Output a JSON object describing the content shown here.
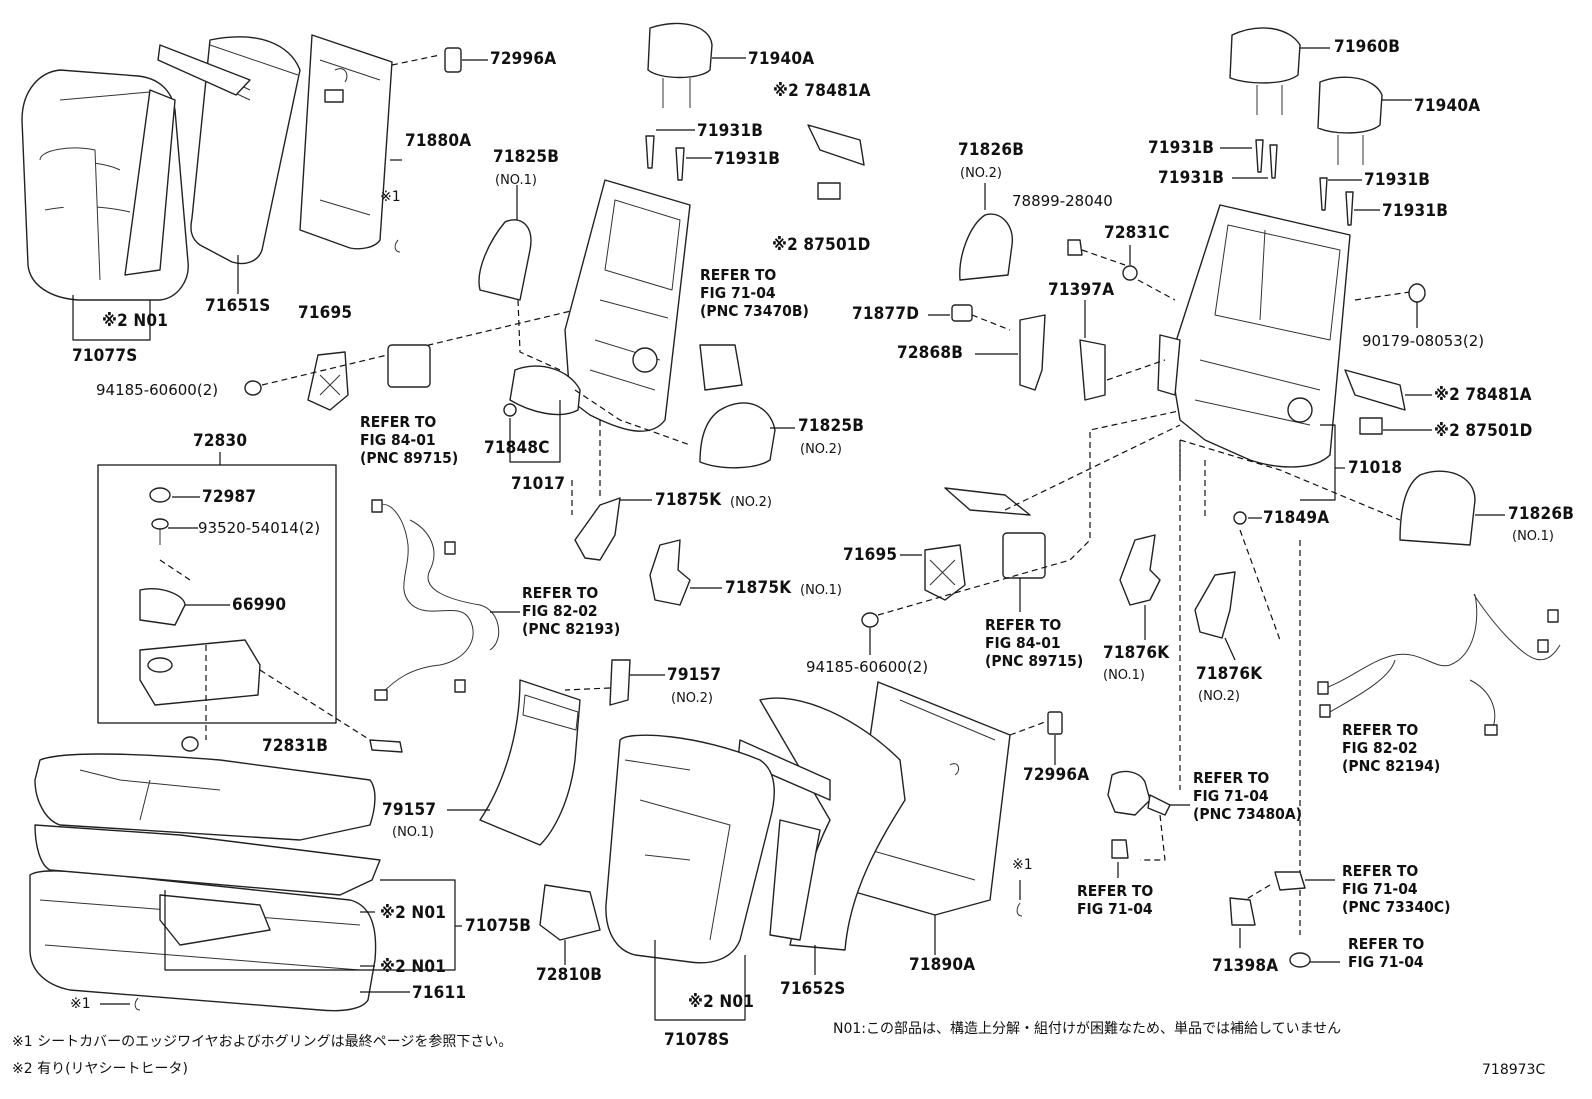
{
  "labels": {
    "p72996A_top": "72996A",
    "p71880A": "71880A",
    "p71651S": "71651S",
    "n01_top_left": "※2 N01",
    "p71077S": "71077S",
    "x1_top": "※1",
    "p71695_left": "71695",
    "p94185_left": "94185-60600(2)",
    "p72830": "72830",
    "p72987": "72987",
    "p93520": "93520-54014(2)",
    "p66990": "66990",
    "p72831B": "72831B",
    "p71940A_top": "71940A",
    "p78481A_top": "※2 78481A",
    "p71931B_a": "71931B",
    "p71931B_b": "71931B",
    "p87501D_top": "※2 87501D",
    "p71825B_no1": "71825B",
    "no1_71825B": "(NO.1)",
    "p71848C": "71848C",
    "p71017": "71017",
    "p71825B_no2": "71825B",
    "no2_71825B": "(NO.2)",
    "p71875K_no2": "71875K",
    "no2_71875K": "(NO.2)",
    "p71875K_no1": "71875K",
    "no1_71875K": "(NO.1)",
    "p71695_mid": "71695",
    "p94185_mid": "94185-60600(2)",
    "p79157_no2": "79157",
    "no2_79157": "(NO.2)",
    "p79157_no1": "79157",
    "no1_79157": "(NO.1)",
    "p71826B_no2": "71826B",
    "no2_71826B": "(NO.2)",
    "p78899": "78899-28040",
    "p72831C": "72831C",
    "p71877D": "71877D",
    "p72868B": "72868B",
    "p71397A": "71397A",
    "p71876K_no1": "71876K",
    "no1_71876K": "(NO.1)",
    "p71876K_no2": "71876K",
    "no2_71876K": "(NO.2)",
    "p71960B": "71960B",
    "p71940A_right": "71940A",
    "p71931B_c": "71931B",
    "p71931B_d": "71931B",
    "p71931B_e": "71931B",
    "p71931B_f": "71931B",
    "p90179": "90179-08053(2)",
    "p78481A_right": "※2 78481A",
    "p87501D_right": "※2 87501D",
    "p71018": "71018",
    "p71849A": "71849A",
    "p71826B_no1": "71826B",
    "no1_71826B": "(NO.1)",
    "p72996A_mid": "72996A",
    "p71890A": "71890A",
    "p72810B": "72810B",
    "n01_bottom_mid": "※2 N01",
    "p71078S": "71078S",
    "p71652S": "71652S",
    "x1_mid": "※1",
    "n01_cushion_a": "※2 N01",
    "n01_cushion_b": "※2 N01",
    "p71075B": "71075B",
    "p71611": "71611",
    "x1_bottom": "※1",
    "p71398A": "71398A"
  },
  "references": {
    "ref_84_01_left": "REFER TO\nFIG 84-01\n(PNC 89715)",
    "ref_71_04_73470B": "REFER TO\nFIG 71-04\n(PNC 73470B)",
    "ref_82_02_82193": "REFER TO\nFIG 82-02\n(PNC 82193)",
    "ref_84_01_mid": "REFER TO\nFIG 84-01\n(PNC 89715)",
    "ref_82_02_82194": "REFER TO\nFIG 82-02\n(PNC 82194)",
    "ref_71_04_73480A": "REFER TO\nFIG 71-04\n(PNC 73480A)",
    "ref_71_04_plain": "REFER TO\nFIG 71-04",
    "ref_71_04_73340C": "REFER TO\nFIG 71-04\n(PNC 73340C)",
    "ref_71_04_bottom": "REFER TO\nFIG 71-04"
  },
  "notes": {
    "note1": "※1 シートカバーのエッジワイヤおよびホグリングは最終ページを参照下さい。",
    "note2": "※2 有り(リヤシートヒータ)",
    "n01_note": "N01:この部品は、構造上分解・組付けが困難なため、単品では補給していません",
    "figure_code": "718973C"
  }
}
